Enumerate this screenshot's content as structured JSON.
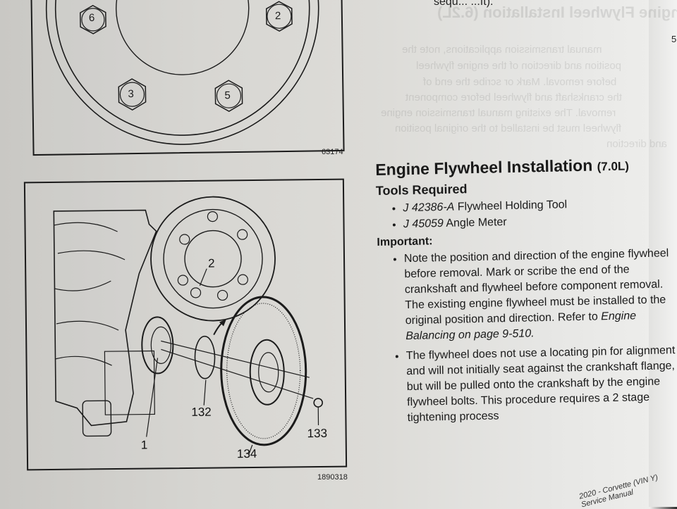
{
  "top_fragment": "sequ...                    ...ft).",
  "margin_mark": "5",
  "figures": [
    {
      "id": "63174",
      "description": "Flywheel bolt tightening sequence",
      "bolt_labels": [
        "6",
        "2",
        "3",
        "5"
      ]
    },
    {
      "id": "1890318",
      "description": "Engine flywheel installation exploded view",
      "callouts": [
        "2",
        "1",
        "132",
        "133",
        "134"
      ]
    }
  ],
  "section": {
    "title": "Engine Flywheel Installation",
    "title_suffix": "(7.0L)",
    "tools_heading": "Tools Required",
    "tools": [
      {
        "part": "J 42386-A",
        "name": "Flywheel Holding Tool"
      },
      {
        "part": "J 45059",
        "name": "Angle Meter"
      }
    ],
    "important_heading": "Important:",
    "important_items": [
      {
        "text": "Note the position and direction of the engine flywheel before removal. Mark or scribe the end of the crankshaft and flywheel before component removal. The existing engine flywheel must be installed to the original position and direction. Refer to ",
        "ref": "Engine Balancing",
        "ref_suffix": " on page 9-510."
      },
      {
        "text": "The flywheel does not use a locating pin for alignment and will not initially seat against the crankshaft flange, but will be pulled onto the crankshaft by the engine flywheel bolts. This procedure requires a 2 stage tightening process"
      }
    ]
  },
  "bleed_through": [
    "Engine Flywheel Installation (6.2L)",
    "manual transmission applications, note the",
    "position and direction of the engine flywheel",
    "before removal. Mark or scribe the end of",
    "the crankshaft and flywheel before component",
    "removal. The existing manual transmission engine",
    "flywheel must be installed to the original position",
    "and direction"
  ],
  "footer": "2020 - Corvette (VIN Y) Service Manual"
}
